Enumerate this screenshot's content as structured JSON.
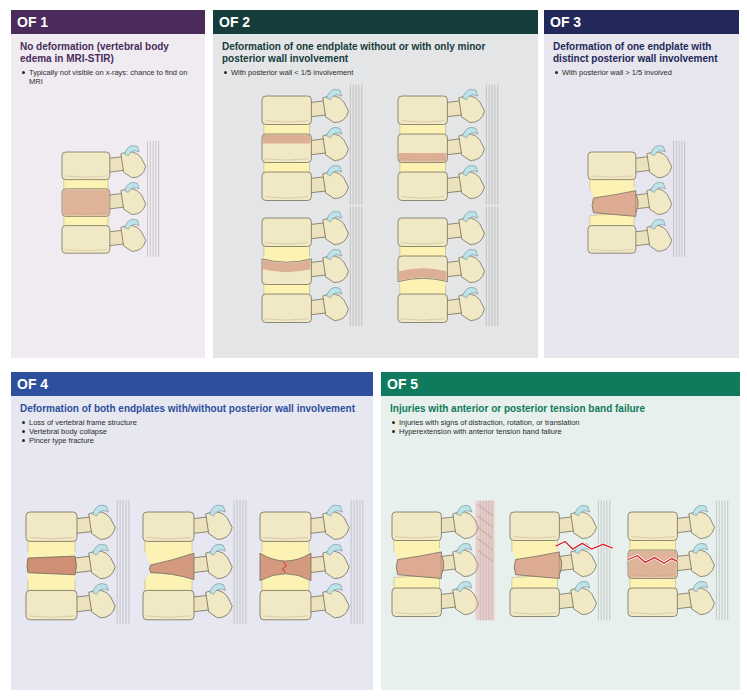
{
  "diagram": {
    "nodes": [
      {
        "text": [
          "No deformation (vertebral body edema in MRI-STIR)",
          "Typically not visible on x-rays: chance to find on MRI"
        ]
      },
      {
        "text": [
          "OF 1"
        ],
        "in": 0
      },
      {
        "text": [
          "Deformation of one endplate without or with only minor posterior wall involvement",
          "With posterior wall < 1/5 involvement"
        ]
      },
      {
        "text": [
          "OF 2"
        ],
        "in": 2
      },
      {
        "text": [
          "Deformation of one endplate with distinct posterior wall involvement",
          "With posterior wall > 1/5 involved"
        ]
      },
      {
        "text": [
          "OF 3"
        ],
        "in": 4
      },
      {
        "text": [
          "Deformation of both endplates with/without posterior wall involvement",
          "Loss of vertebral frame structure",
          "Vertebral body collapse",
          "Pincer type fracture"
        ]
      },
      {
        "text": [
          "OF 4"
        ],
        "in": 6
      },
      {
        "text": [
          "Injuries with anterior or posterior tension band failure",
          "Injuries with signs of distraction, rotation, or translation",
          "Hyperextension with anterior tension band failure"
        ]
      },
      {
        "text": [
          "OF 5"
        ],
        "in": 8
      }
    ]
  }
}
